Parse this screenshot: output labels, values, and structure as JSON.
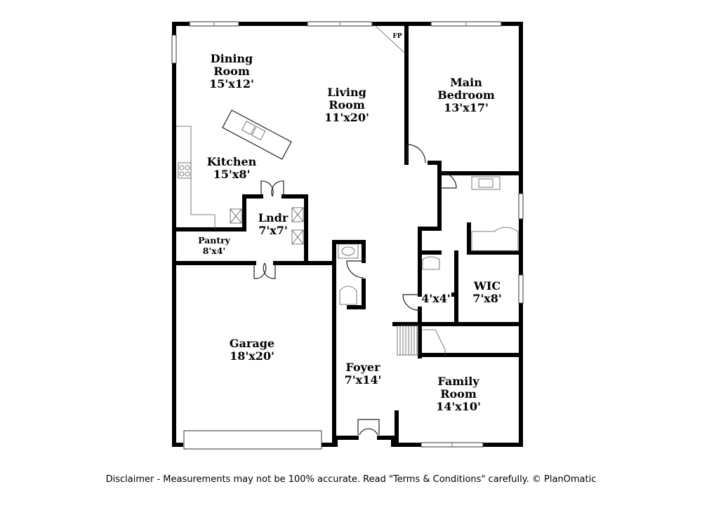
{
  "rooms": {
    "dining": {
      "name_1": "Dining",
      "name_2": "Room",
      "size": "15'x12'"
    },
    "living": {
      "name_1": "Living",
      "name_2": "Room",
      "size": "11'x20'"
    },
    "main_bedroom": {
      "name_1": "Main",
      "name_2": "Bedroom",
      "size": "13'x17'"
    },
    "kitchen": {
      "name": "Kitchen",
      "size": "15'x8'"
    },
    "laundry": {
      "name": "Lndr",
      "size": "7'x7'"
    },
    "pantry": {
      "name": "Pantry",
      "size": "8'x4'"
    },
    "garage": {
      "name": "Garage",
      "size": "18'x20'"
    },
    "foyer": {
      "name": "Foyer",
      "size": "7'x14'"
    },
    "closet": {
      "size": "4'x4'"
    },
    "wic": {
      "name": "WIC",
      "size": "7'x8'"
    },
    "family": {
      "name_1": "Family",
      "name_2": "Room",
      "size": "14'x10'"
    }
  },
  "fireplace_label": "FP",
  "disclaimer": "Disclaimer - Measurements may not be 100% accurate. Read \"Terms & Conditions\" carefully. © PlanOmatic"
}
